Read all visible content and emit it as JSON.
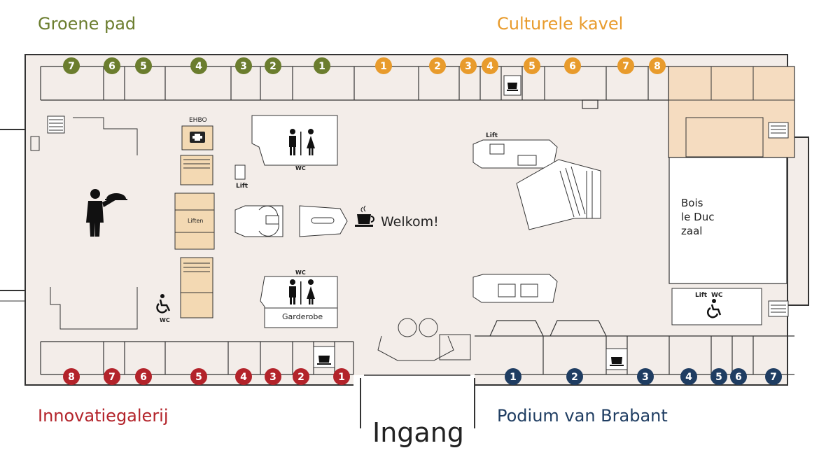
{
  "zones": {
    "groene_pad": {
      "label": "Groene pad",
      "color": "#6b7d2e"
    },
    "culturele_kavel": {
      "label": "Culturele kavel",
      "color": "#e89b2c"
    },
    "innovatiegalerij": {
      "label": "Innovatiegalerij",
      "color": "#b3232a"
    },
    "podium_van_brabant": {
      "label": "Podium van Brabant",
      "color": "#1f3d62"
    }
  },
  "entrance": {
    "label": "Ingang"
  },
  "rooms": {
    "ehbo": "EHBO",
    "lift_top_left": "Lift",
    "liften": "Liften",
    "wc_top": "WC",
    "wc_mid": "WC",
    "wc_left": "WC",
    "garderobe": "Garderobe",
    "lift_center": "Lift",
    "welkom": "Welkom!",
    "bois_le_duc_line1": "Bois",
    "bois_le_duc_line2": "le Duc",
    "bois_le_duc_line3": "zaal",
    "lift_right": "Lift",
    "wc_right": "WC"
  },
  "badges": {
    "groen": [
      "7",
      "6",
      "5",
      "4",
      "3",
      "2",
      "1"
    ],
    "cultuur": [
      "1",
      "2",
      "3",
      "4",
      "5",
      "6",
      "7",
      "8"
    ],
    "innov": [
      "8",
      "7",
      "6",
      "5",
      "4",
      "3",
      "2",
      "1"
    ],
    "podium": [
      "1",
      "2",
      "3",
      "4",
      "5",
      "6",
      "7"
    ]
  },
  "colors": {
    "floor": "#f3ede9",
    "wall": "#333333",
    "highlight": "#f5dcc0",
    "lift_fill": "#f3d9b3"
  }
}
